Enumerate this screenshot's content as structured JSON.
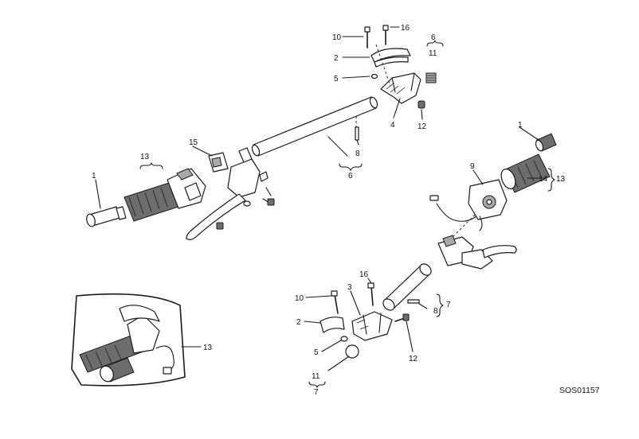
{
  "diagram": {
    "code": "SOS01157",
    "callouts": [
      {
        "id": "c-10-top",
        "text": "10"
      },
      {
        "id": "c-16-top",
        "text": "16"
      },
      {
        "id": "c-2-top",
        "text": "2"
      },
      {
        "id": "c-5-top",
        "text": "5"
      },
      {
        "id": "c-4-top",
        "text": "4"
      },
      {
        "id": "c-12-top",
        "text": "12"
      },
      {
        "id": "c-6-top",
        "text": "6"
      },
      {
        "id": "c-11-top",
        "text": "11"
      },
      {
        "id": "c-8-top",
        "text": "8"
      },
      {
        "id": "c-6-mid",
        "text": "6"
      },
      {
        "id": "c-13-left",
        "text": "13"
      },
      {
        "id": "c-15",
        "text": "15"
      },
      {
        "id": "c-1-left",
        "text": "1"
      },
      {
        "id": "c-1-right",
        "text": "1"
      },
      {
        "id": "c-9",
        "text": "9"
      },
      {
        "id": "c-14",
        "text": "14"
      },
      {
        "id": "c-13-right",
        "text": "13"
      },
      {
        "id": "c-16-bot",
        "text": "16"
      },
      {
        "id": "c-3",
        "text": "3"
      },
      {
        "id": "c-10-bot",
        "text": "10"
      },
      {
        "id": "c-2-bot",
        "text": "2"
      },
      {
        "id": "c-5-bot",
        "text": "5"
      },
      {
        "id": "c-12-bot",
        "text": "12"
      },
      {
        "id": "c-8-bot",
        "text": "8"
      },
      {
        "id": "c-7-right",
        "text": "7"
      },
      {
        "id": "c-11-bot",
        "text": "11"
      },
      {
        "id": "c-7-bot",
        "text": "7"
      },
      {
        "id": "c-13-inset",
        "text": "13"
      }
    ]
  }
}
